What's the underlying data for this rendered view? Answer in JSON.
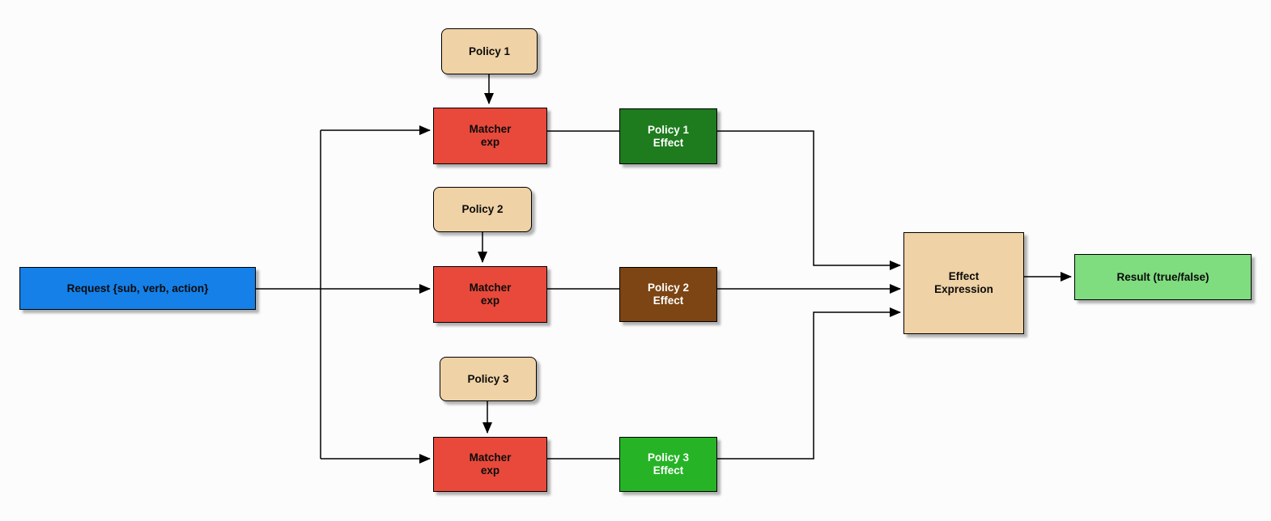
{
  "colors": {
    "background": "#fcfcfc",
    "line": "#000000",
    "request_blue": "#1580e8",
    "policy_tan": "#efd2a5",
    "matcher_red": "#e8493b",
    "effect1_dark_green": "#1e7b1e",
    "effect2_brown": "#7c4513",
    "effect3_bright_green": "#26b426",
    "expression_tan": "#efd2a5",
    "result_light_green": "#7fdc7f"
  },
  "nodes": {
    "request": {
      "label": "Request {sub, verb, action}",
      "color": "#1580e8"
    },
    "policy1": {
      "label": "Policy 1",
      "color": "#efd2a5"
    },
    "policy2": {
      "label": "Policy 2",
      "color": "#efd2a5"
    },
    "policy3": {
      "label": "Policy 3",
      "color": "#efd2a5"
    },
    "matcher1": {
      "line1": "Matcher",
      "line2": "exp",
      "color": "#e8493b"
    },
    "matcher2": {
      "line1": "Matcher",
      "line2": "exp",
      "color": "#e8493b"
    },
    "matcher3": {
      "line1": "Matcher",
      "line2": "exp",
      "color": "#e8493b"
    },
    "effect1": {
      "line1": "Policy 1",
      "line2": "Effect",
      "color": "#1e7b1e"
    },
    "effect2": {
      "line1": "Policy 2",
      "line2": "Effect",
      "color": "#7c4513"
    },
    "effect3": {
      "line1": "Policy 3",
      "line2": "Effect",
      "color": "#26b426"
    },
    "effect_expression": {
      "line1": "Effect",
      "line2": "Expression",
      "color": "#efd2a5"
    },
    "result": {
      "label": "Result (true/false)",
      "color": "#7fdc7f"
    }
  }
}
